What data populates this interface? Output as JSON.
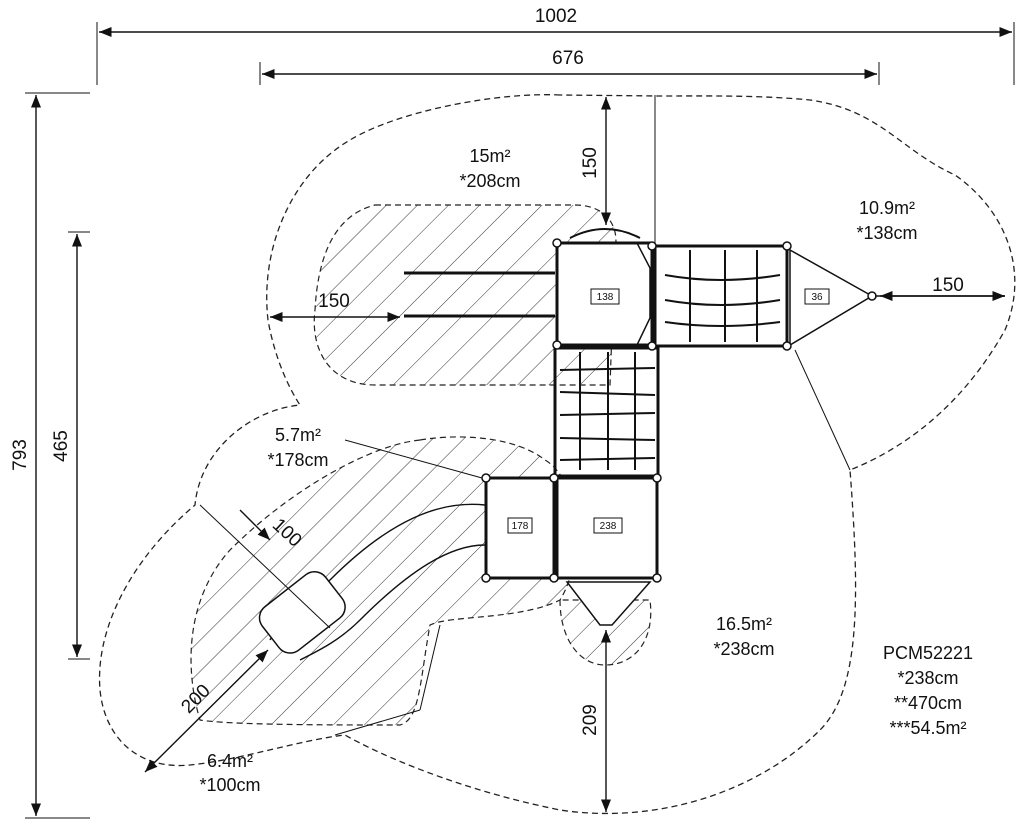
{
  "dimensions": {
    "overall_width": "1002",
    "structure_width": "676",
    "overall_height": "793",
    "structure_height": "465",
    "top_clearance": "150",
    "left_clearance": "150",
    "right_clearance": "150",
    "bottom_clearance": "209",
    "slide_side": "100",
    "slide_end": "200"
  },
  "areas": [
    {
      "area": "15m²",
      "height": "*208cm"
    },
    {
      "area": "10.9m²",
      "height": "*138cm"
    },
    {
      "area": "5.7m²",
      "height": "*178cm"
    },
    {
      "area": "16.5m²",
      "height": "*238cm"
    },
    {
      "area": "6.4m²",
      "height": "*100cm"
    }
  ],
  "platform_tags": {
    "tag_138": "138",
    "tag_36": "36",
    "tag_178": "178",
    "tag_238": "238"
  },
  "product": {
    "model": "PCM52221",
    "line1": "*238cm",
    "line2": "**470cm",
    "line3": "***54.5m²"
  }
}
